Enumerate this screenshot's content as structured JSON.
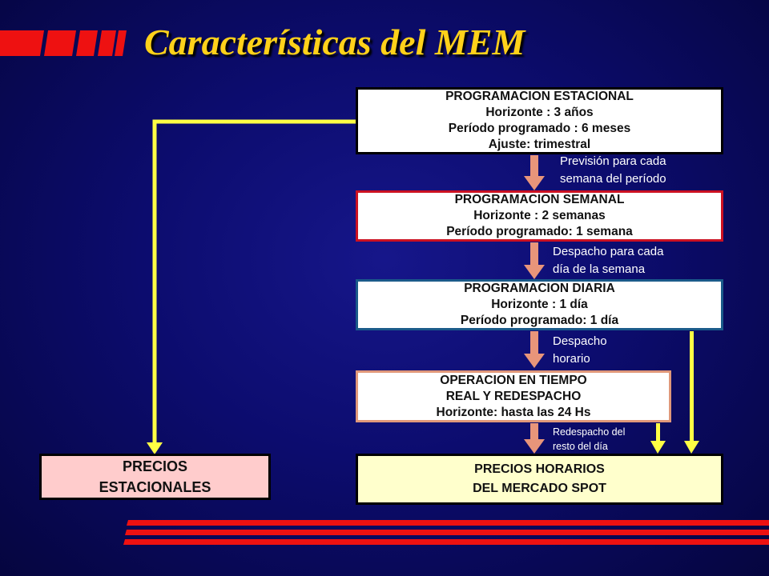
{
  "title": "Características del MEM",
  "boxes": {
    "estacional": {
      "lines": [
        "PROGRAMACION ESTACIONAL",
        "Horizonte : 3 años",
        "Período programado : 6 meses",
        "Ajuste: trimestral"
      ]
    },
    "semanal": {
      "lines": [
        "PROGRAMACION SEMANAL",
        "Horizonte : 2 semanas",
        "Período programado: 1 semana"
      ]
    },
    "diaria": {
      "lines": [
        "PROGRAMACION DIARIA",
        "Horizonte : 1 día",
        "Período programado: 1 día"
      ]
    },
    "tiempo_real": {
      "lines": [
        "OPERACION EN TIEMPO",
        "REAL Y REDESPACHO",
        "Horizonte: hasta las 24 Hs"
      ]
    },
    "precios_estacionales": {
      "lines": [
        "PRECIOS",
        "ESTACIONALES"
      ]
    },
    "precios_horarios": {
      "lines": [
        "PRECIOS HORARIOS",
        "DEL MERCADO SPOT"
      ]
    }
  },
  "labels": {
    "prevision": [
      "Previsión para cada",
      "semana del período"
    ],
    "despacho_dia": [
      "Despacho para cada",
      "día de la semana"
    ],
    "despacho_horario": [
      "Despacho",
      "horario"
    ],
    "redespacho": [
      "Redespacho del",
      "resto del día"
    ]
  },
  "colors": {
    "title": "#ffd11a",
    "border_estacional": "#000000",
    "border_semanal": "#cc1122",
    "border_diaria": "#1a5a8a",
    "border_tiempo_real": "#e0987a",
    "fill_precios_estacionales": "#ffcccc",
    "fill_precios_horarios": "#ffffcc",
    "arrow_salmon": "#e8957a",
    "arrow_yellow": "#ffff44",
    "stripe_red": "#ee1111"
  }
}
